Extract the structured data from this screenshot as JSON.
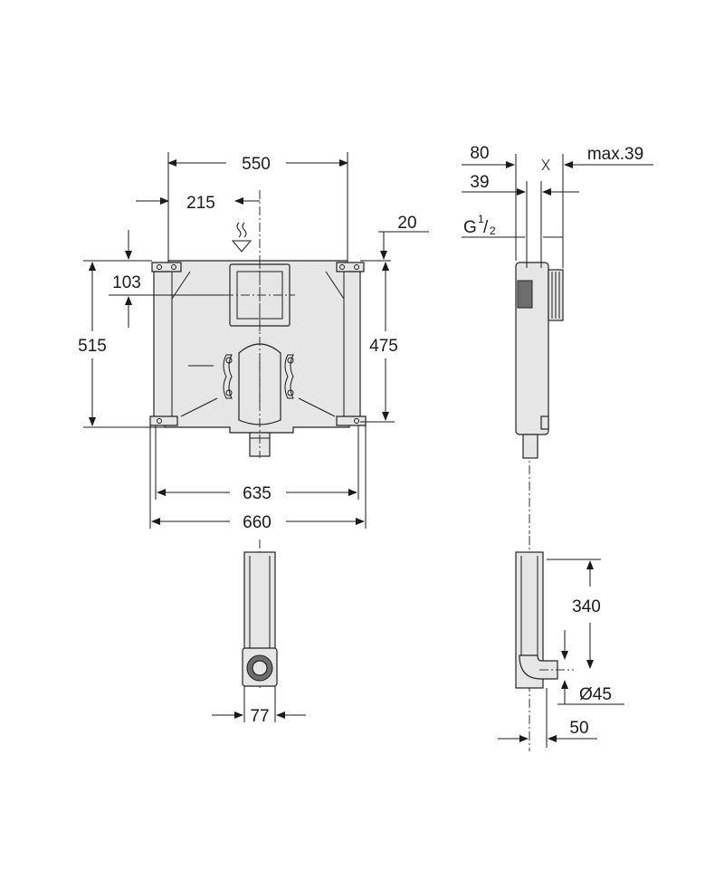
{
  "dimensions": {
    "d550": "550",
    "d215": "215",
    "d20": "20",
    "d103": "103",
    "d515": "515",
    "d475": "475",
    "d635": "635",
    "d660": "660",
    "d77": "77",
    "d80": "80",
    "d39": "39",
    "max39": "max.39",
    "thread_g": "G",
    "thread_num": "1",
    "thread_den": "2",
    "d340": "340",
    "dia45": "Ø45",
    "d50": "50"
  },
  "colors": {
    "line": "#1a1a1a",
    "fill": "#e6e6e6"
  },
  "icons": [
    "water-supply-symbol-icon",
    "mounting-hole-icon"
  ]
}
